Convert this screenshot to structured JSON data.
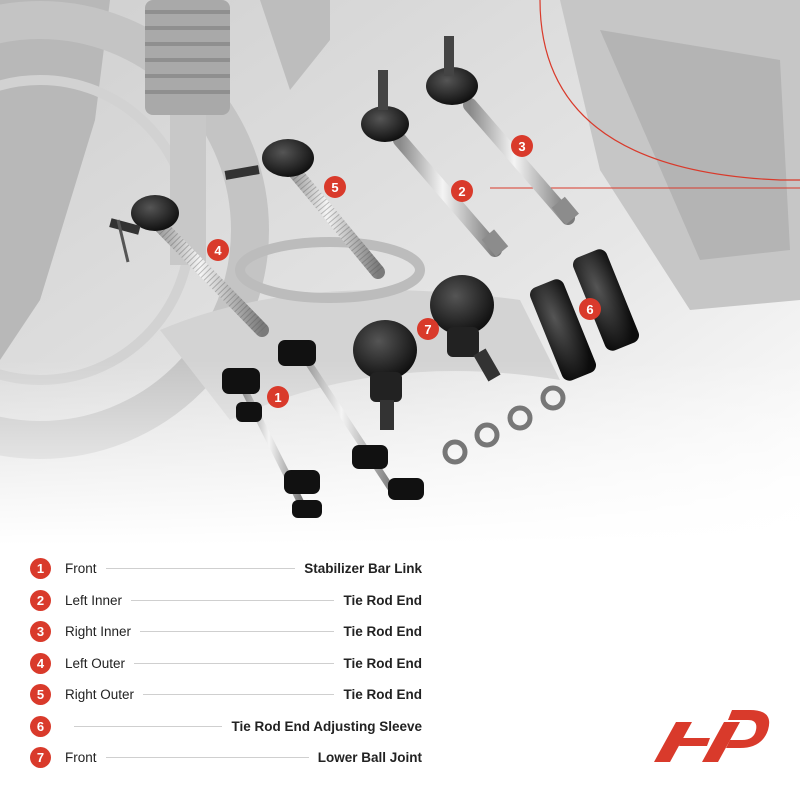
{
  "colors": {
    "accent": "#d93a2b",
    "text": "#222222",
    "leader": "#cfcfcf"
  },
  "legend": [
    {
      "num": "1",
      "position": "Front",
      "part": "Stabilizer Bar Link"
    },
    {
      "num": "2",
      "position": "Left Inner",
      "part": "Tie Rod End"
    },
    {
      "num": "3",
      "position": "Right Inner",
      "part": "Tie Rod End"
    },
    {
      "num": "4",
      "position": "Left Outer",
      "part": "Tie Rod End"
    },
    {
      "num": "5",
      "position": "Right Outer",
      "part": "Tie Rod End"
    },
    {
      "num": "6",
      "position": "",
      "part": "Tie Rod End Adjusting Sleeve"
    },
    {
      "num": "7",
      "position": "Front",
      "part": "Lower Ball Joint"
    }
  ],
  "callouts": [
    "1",
    "2",
    "3",
    "4",
    "5",
    "6",
    "7"
  ],
  "logo": {
    "icon": "brand-logo-icon"
  }
}
